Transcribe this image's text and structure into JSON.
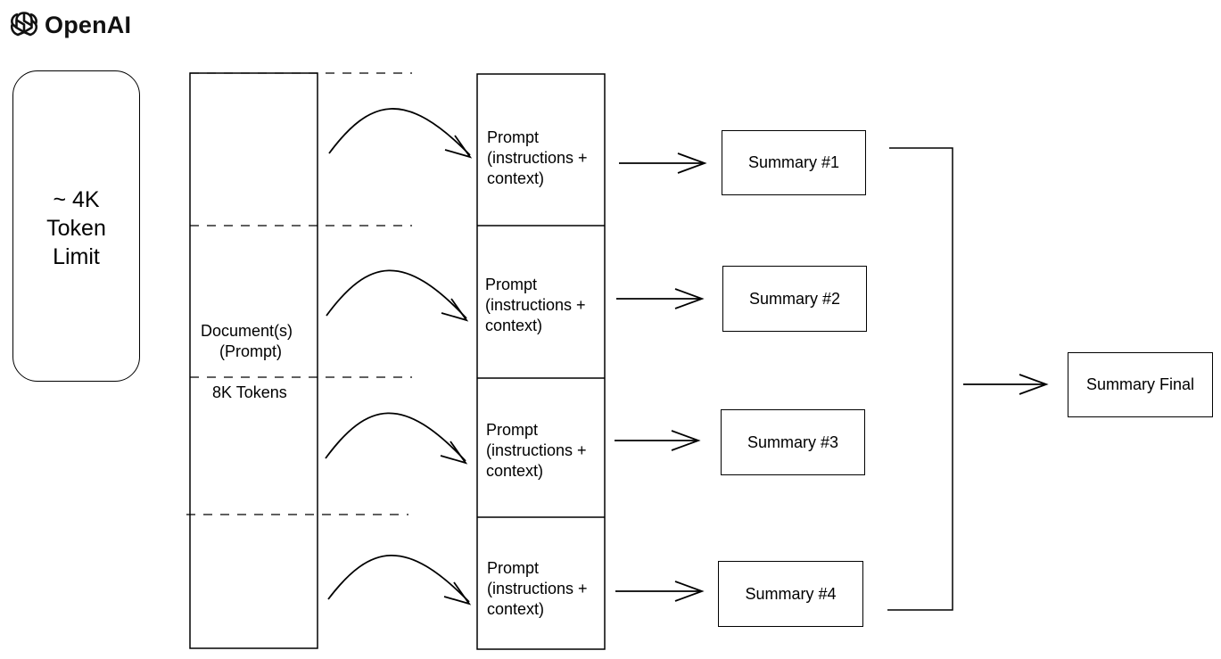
{
  "brand": {
    "name": "OpenAI",
    "icon": "openai-logo-icon"
  },
  "token_limit": {
    "line1": "~ 4K",
    "line2": "Token",
    "line3": "Limit"
  },
  "document": {
    "label_line1": "Document(s)",
    "label_line2": "(Prompt)",
    "tokens": "8K Tokens"
  },
  "prompts": [
    {
      "line1": "Prompt",
      "line2": "(instructions +",
      "line3": "context)"
    },
    {
      "line1": "Prompt",
      "line2": "(instructions +",
      "line3": "context)"
    },
    {
      "line1": "Prompt",
      "line2": "(instructions +",
      "line3": "context)"
    },
    {
      "line1": "Prompt",
      "line2": "(instructions +",
      "line3": "context)"
    }
  ],
  "summaries": [
    {
      "label": "Summary #1"
    },
    {
      "label": "Summary #2"
    },
    {
      "label": "Summary #3"
    },
    {
      "label": "Summary #4"
    }
  ],
  "final": {
    "label": "Summary Final"
  }
}
